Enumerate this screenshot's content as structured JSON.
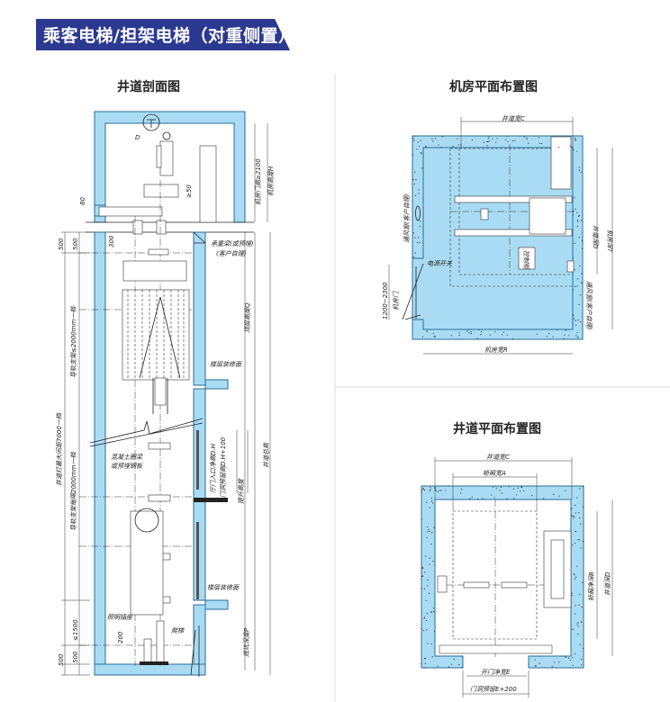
{
  "header": {
    "title": "乘客电梯/担架电梯（对重侧置）",
    "accent_color": "#2b3990"
  },
  "section_view": {
    "title": "井道剖面图",
    "labels": {
      "d": "D",
      "h80": "80",
      "ge50": "≥50",
      "door_height": "机房门高≥2100",
      "room_height": "机房高度H",
      "top500a": "500",
      "top500b": "500",
      "d300": "300",
      "beam": "承重梁(或预埋)",
      "beam2": "(客户自理)",
      "rail_bracket": "导轨支架≤2000mm一档",
      "top_height": "顶层高度Q",
      "floor_finish1": "楼层装修面",
      "lamp_spacing": "井道灯最大间距7000一档",
      "rail_bracket2": "导轨支架每隔2000mm一档",
      "ring_beam": "混凝土圈梁",
      "ring_beam2": "或预埋钢板",
      "door_clear": "厅门入口净高D.H",
      "door_reserve": "门洞预留高D.H+100",
      "travel": "提升高度",
      "total_height": "井道总高",
      "floor_finish2": "楼层装修面",
      "socket": "照明插座",
      "le1500": "≤1500",
      "d200": "200",
      "ladder": "爬梯",
      "pit_depth": "底坑深度P",
      "bot500a": "500",
      "bot500b": "500"
    }
  },
  "machine_room": {
    "title": "机房平面布置图",
    "labels": {
      "shaft_width": "井道宽C",
      "shaft_depth": "井道深D",
      "room_depth": "机房深T",
      "vent1": "通风窗(客户自理)",
      "vent2": "通风窗(客户自理)",
      "power_switch": "电源开关",
      "door_range": "1200~2300",
      "room_door": "机房门",
      "cabinet": "控制柜",
      "room_width": "机房宽R"
    }
  },
  "hoistway_plan": {
    "title": "井道平面布置图",
    "labels": {
      "shaft_width": "井道宽C",
      "car_width": "轿厢宽A",
      "car_depth": "轿厢净深B",
      "shaft_depth": "井道深D",
      "door_width": "开门净宽E",
      "door_reserve": "门洞预留E+200"
    }
  }
}
